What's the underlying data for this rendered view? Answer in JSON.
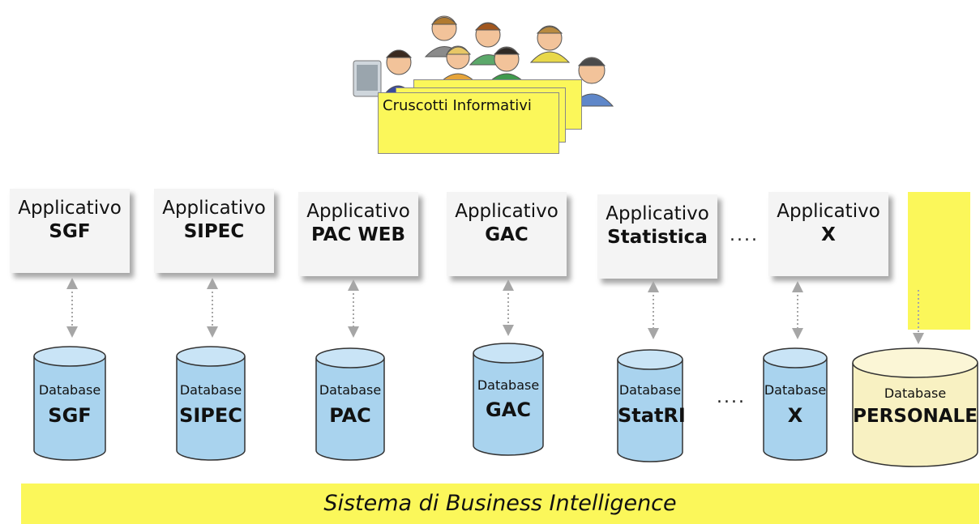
{
  "top": {
    "dashboard_label": "Cruscotti Informativi"
  },
  "applications": [
    {
      "title": "Applicativo",
      "name": "SGF"
    },
    {
      "title": "Applicativo",
      "name": "SIPEC"
    },
    {
      "title": "Applicativo",
      "name": "PAC WEB"
    },
    {
      "title": "Applicativo",
      "name": "GAC"
    },
    {
      "title": "Applicativo",
      "name": "Statistica"
    },
    {
      "title": "Applicativo",
      "name": "X"
    }
  ],
  "app_ellipsis": "....",
  "databases": [
    {
      "label": "Database",
      "name": "SGF"
    },
    {
      "label": "Database",
      "name": "SIPEC"
    },
    {
      "label": "Database",
      "name": "PAC"
    },
    {
      "label": "Database",
      "name": "GAC"
    },
    {
      "label": "Database",
      "name": "StatRI"
    },
    {
      "label": "Database",
      "name": "X"
    },
    {
      "label": "Database",
      "name": "PERSONALE"
    }
  ],
  "db_ellipsis": "....",
  "footer": {
    "banner_text": "Sistema di Business Intelligence"
  },
  "colors": {
    "db_blue": "#a9d3ee",
    "db_personale": "#f8f1c2",
    "highlight_yellow": "#fbf75a",
    "box_gray": "#f4f4f4",
    "arrow_gray": "#a6a6a6"
  }
}
